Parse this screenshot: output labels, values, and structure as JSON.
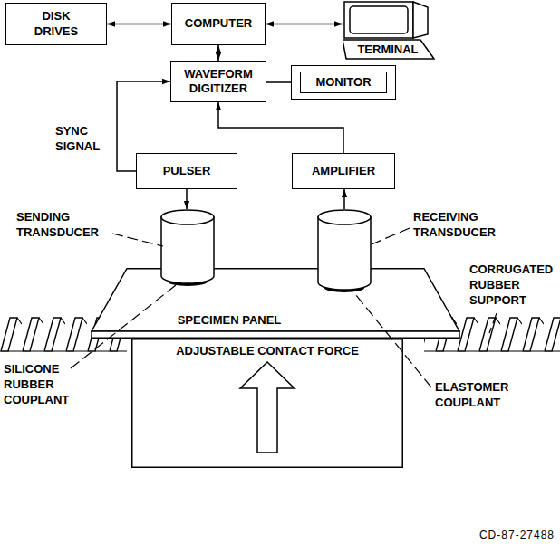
{
  "diagram": {
    "nodes": [
      {
        "text": [
          "DISK DRIVES"
        ]
      },
      {
        "text": [
          "COMPUTER"
        ]
      },
      {
        "text": [
          "TERMINAL"
        ]
      },
      {
        "text": [
          "WAVEFORM DIGITIZER"
        ]
      },
      {
        "text": [
          "MONITOR"
        ]
      },
      {
        "text": [
          "PULSER"
        ]
      },
      {
        "text": [
          "AMPLIFIER"
        ]
      },
      {
        "text": [
          "SPECIMEN PANEL"
        ]
      },
      {
        "text": [
          "ADJUSTABLE CONTACT FORCE"
        ]
      }
    ],
    "edges": [
      {
        "from": 0,
        "to": 1,
        "arrow": "both"
      },
      {
        "from": 1,
        "to": 2,
        "arrow": "both"
      },
      {
        "from": 1,
        "to": 3,
        "arrow": "both"
      },
      {
        "from": 3,
        "to": 4,
        "arrow": "none"
      },
      {
        "from": 5,
        "to": 3,
        "arrow": "to",
        "label": "SYNC SIGNAL"
      },
      {
        "from": 6,
        "to": 3,
        "arrow": "to"
      }
    ],
    "labels": [
      "SENDING TRANSDUCER",
      "RECEIVING TRANSDUCER",
      "CORRUGATED RUBBER SUPPORT",
      "SILICONE RUBBER COUPLANT",
      "ELASTOMER COUPLANT",
      "CD-87-27488"
    ]
  }
}
